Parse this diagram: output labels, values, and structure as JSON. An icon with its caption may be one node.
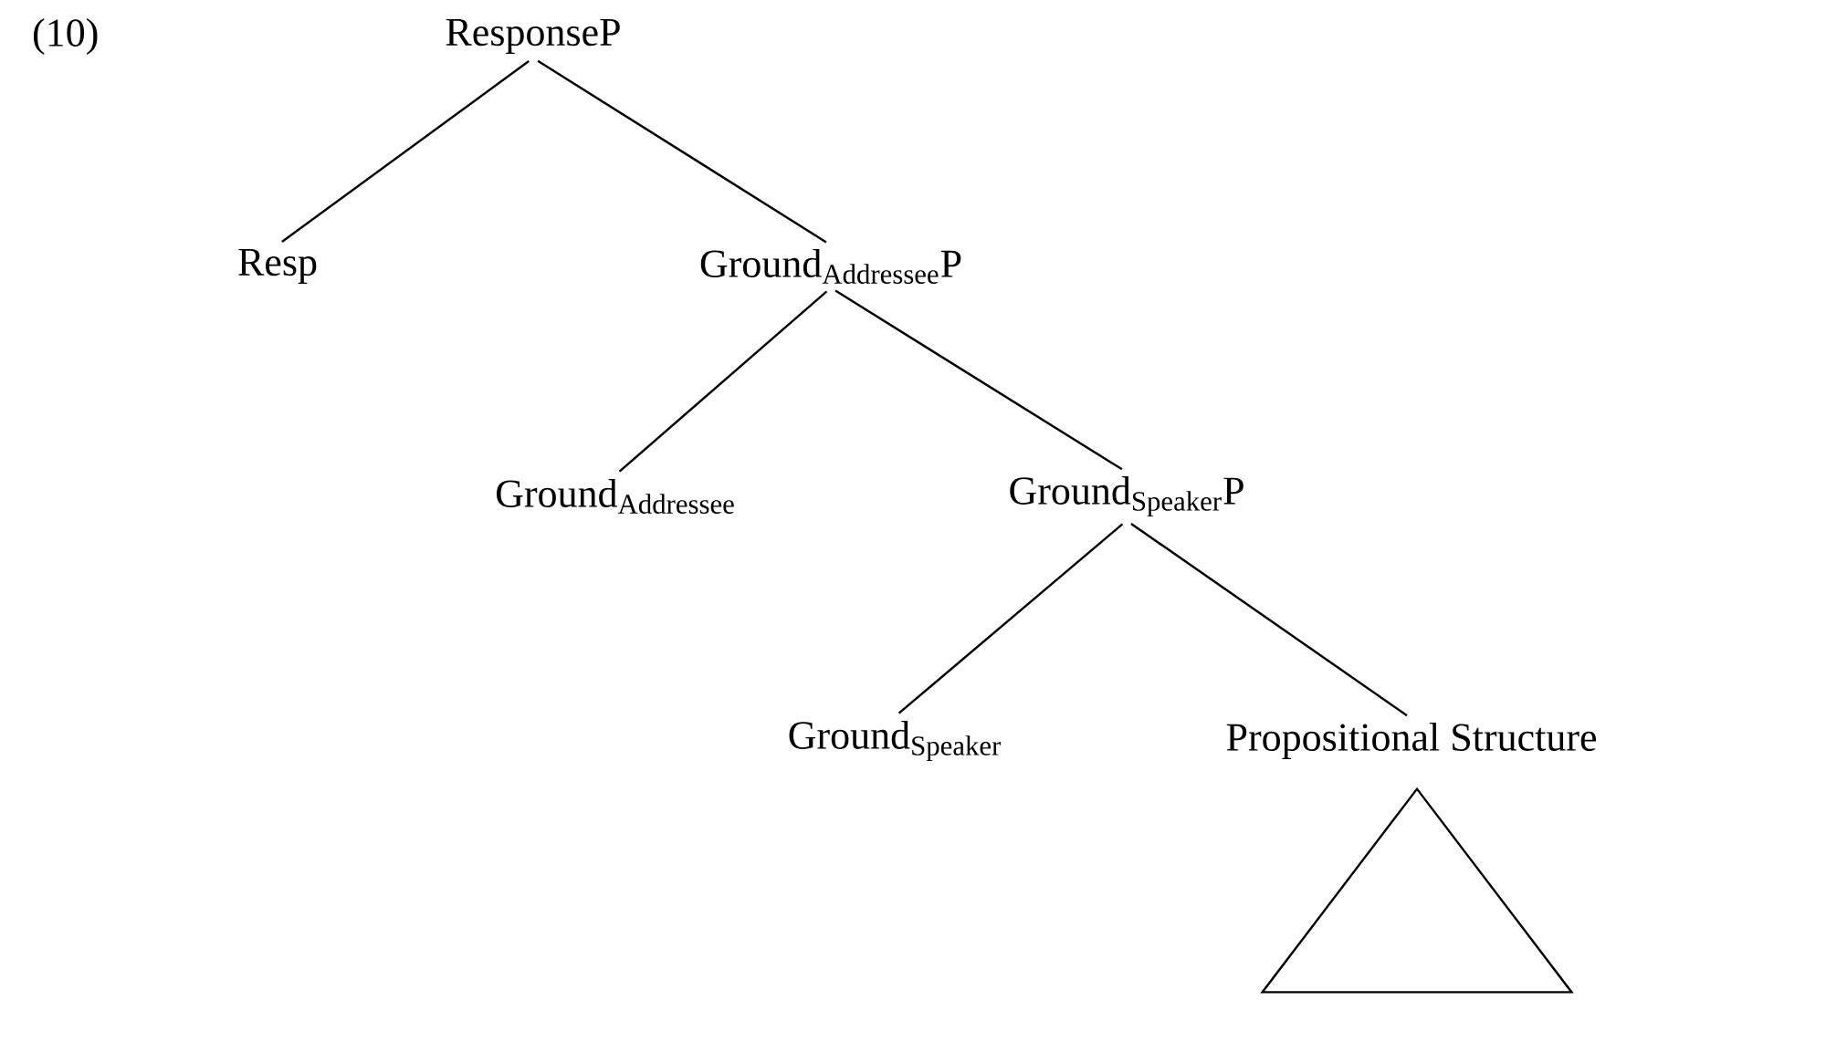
{
  "diagram": {
    "nodes": [
      {
        "text": [
          "ResponseP"
        ]
      },
      {
        "text": [
          "Resp"
        ]
      },
      {
        "text": [
          "\\mathrm{Ground}_{\\mathrm{Addressee}}\\mathrm{P}"
        ]
      },
      {
        "text": [
          "\\mathrm{Ground}_{\\mathrm{Addressee}}"
        ]
      },
      {
        "text": [
          "\\mathrm{Ground}_{\\mathrm{Speaker}}\\mathrm{P}"
        ]
      },
      {
        "text": [
          "\\mathrm{Ground}_{\\mathrm{Speaker}}"
        ]
      },
      {
        "text": [
          "Propositional Structure"
        ]
      },
      {
        "text": [],
        "shape": "triangle"
      }
    ],
    "edges": [
      {
        "from": 0,
        "to": 1,
        "arrow": "none"
      },
      {
        "from": 0,
        "to": 2,
        "arrow": "none"
      },
      {
        "from": 2,
        "to": 3,
        "arrow": "none"
      },
      {
        "from": 2,
        "to": 4,
        "arrow": "none"
      },
      {
        "from": 4,
        "to": 5,
        "arrow": "none"
      },
      {
        "from": 4,
        "to": 6,
        "arrow": "none"
      }
    ],
    "labels": [
      "(10)"
    ]
  }
}
